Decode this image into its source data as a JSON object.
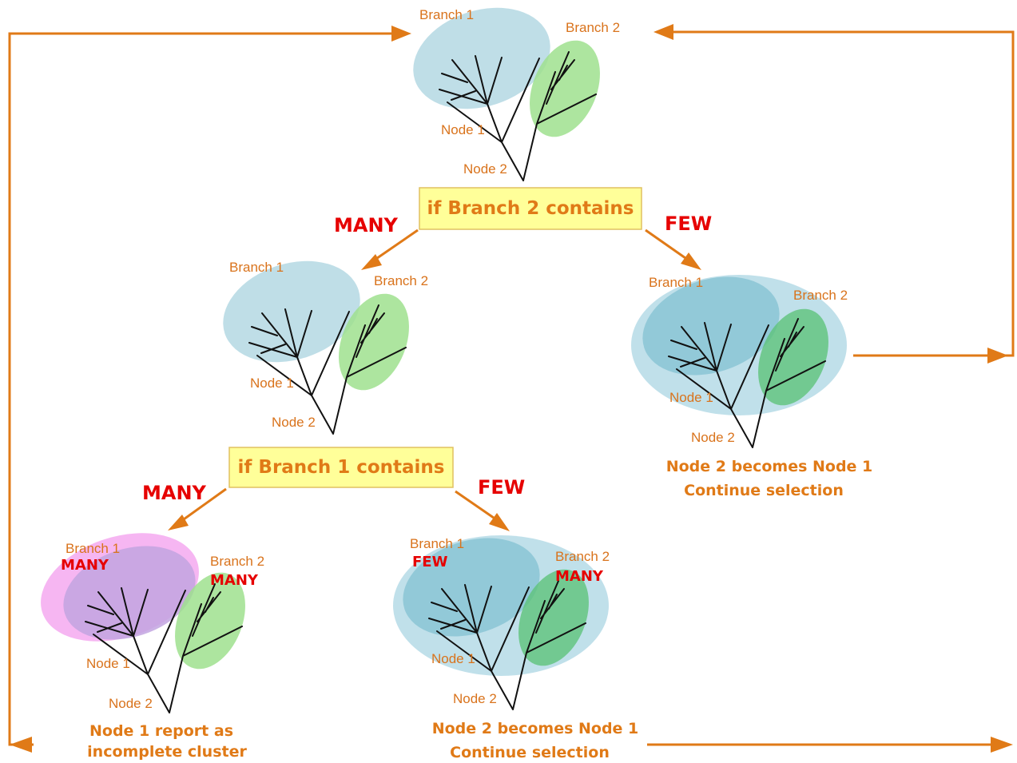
{
  "labels": {
    "branch1": "Branch 1",
    "branch2": "Branch 2",
    "node1": "Node 1",
    "node2": "Node 2",
    "many": "MANY",
    "few": "FEW",
    "few_upper": "FEW",
    "many_upper": "MANY"
  },
  "conditions": {
    "branch2": "if Branch 2 contains",
    "branch1": "if Branch 1 contains"
  },
  "outcomes": {
    "right_line1": "Node 2 becomes Node 1",
    "right_line2": "Continue selection",
    "bottom_mid_line1": "Node 2 becomes Node 1",
    "bottom_mid_line2": "Continue selection",
    "bottom_left_line1": "Node 1 report as",
    "bottom_left_line2": "incomplete cluster"
  },
  "colors": {
    "branch1_fill": "#a9d3df",
    "branch2_fill": "#9fe08e",
    "selected_fill": "#c8a8e6",
    "highlight_fill": "#f5a9f0",
    "cluster_fill": "#b5dbe6",
    "condition_box": "#ffff99",
    "accent": "#e07a17",
    "alert": "#e60000"
  }
}
